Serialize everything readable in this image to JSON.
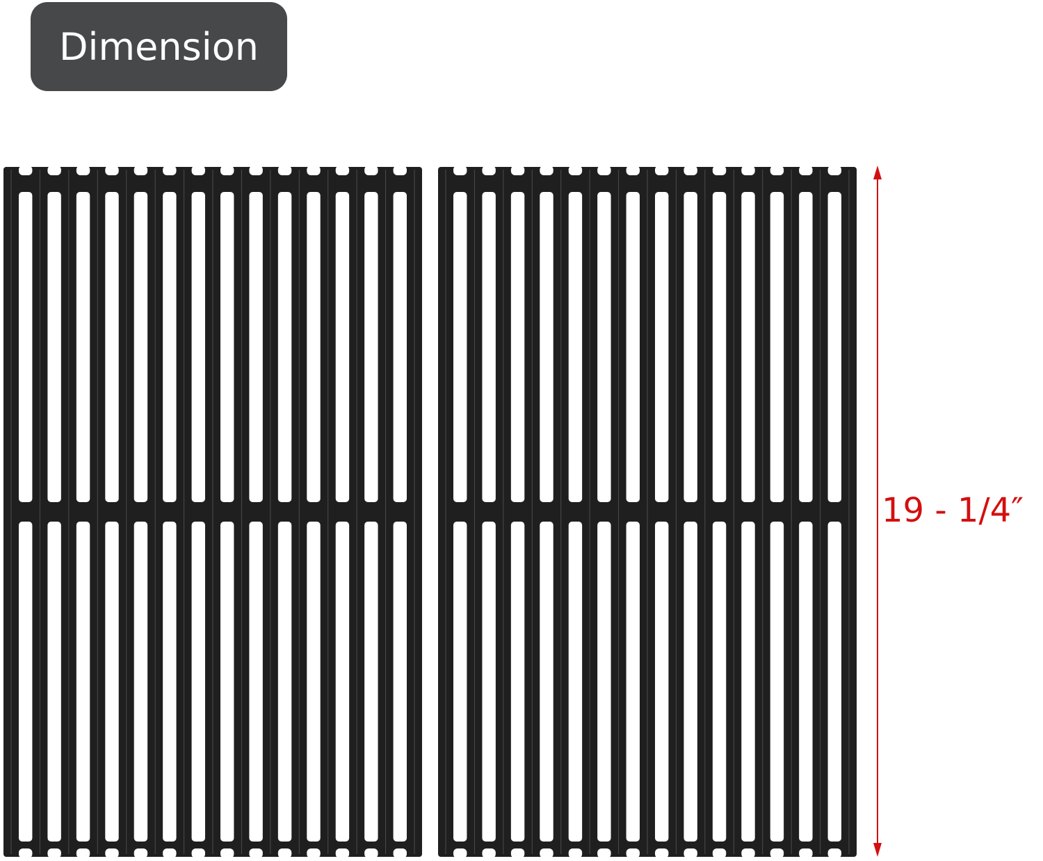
{
  "badge": {
    "label": "Dimension"
  },
  "dimension": {
    "label": "19 - 1/4″",
    "color": "#d40f0f"
  },
  "product": {
    "grate_count": 2,
    "bars_per_grate": 15,
    "grate_color": "#1f1f20"
  }
}
